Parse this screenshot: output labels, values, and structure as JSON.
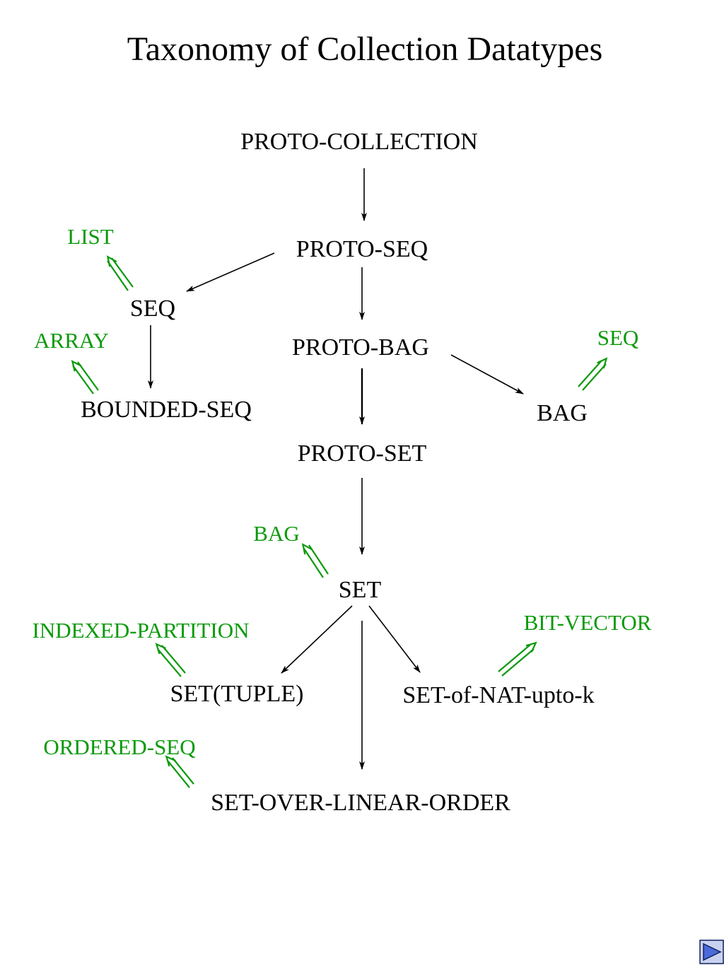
{
  "slide": {
    "title": "Taxonomy of Collection Datatypes",
    "nav": {
      "next_icon": "play-triangle-icon"
    }
  },
  "colors": {
    "node": "#000000",
    "implementation": "#0a9a0a",
    "nav_fill": "#4a6ad8",
    "nav_stroke": "#10205a"
  },
  "nodes": {
    "proto_collection": "PROTO-COLLECTION",
    "proto_seq": "PROTO-SEQ",
    "seq": "SEQ",
    "proto_bag": "PROTO-BAG",
    "bounded_seq": "BOUNDED-SEQ",
    "bag": "BAG",
    "proto_set": "PROTO-SET",
    "set": "SET",
    "set_tuple": "SET(TUPLE)",
    "set_of_nat": "SET-of-NAT-upto-k",
    "set_over_linear_order": "SET-OVER-LINEAR-ORDER"
  },
  "implementations": {
    "list": "LIST",
    "array": "ARRAY",
    "seq": "SEQ",
    "bag": "BAG",
    "indexed_partition": "INDEXED-PARTITION",
    "bit_vector": "BIT-VECTOR",
    "ordered_seq": "ORDERED-SEQ"
  }
}
